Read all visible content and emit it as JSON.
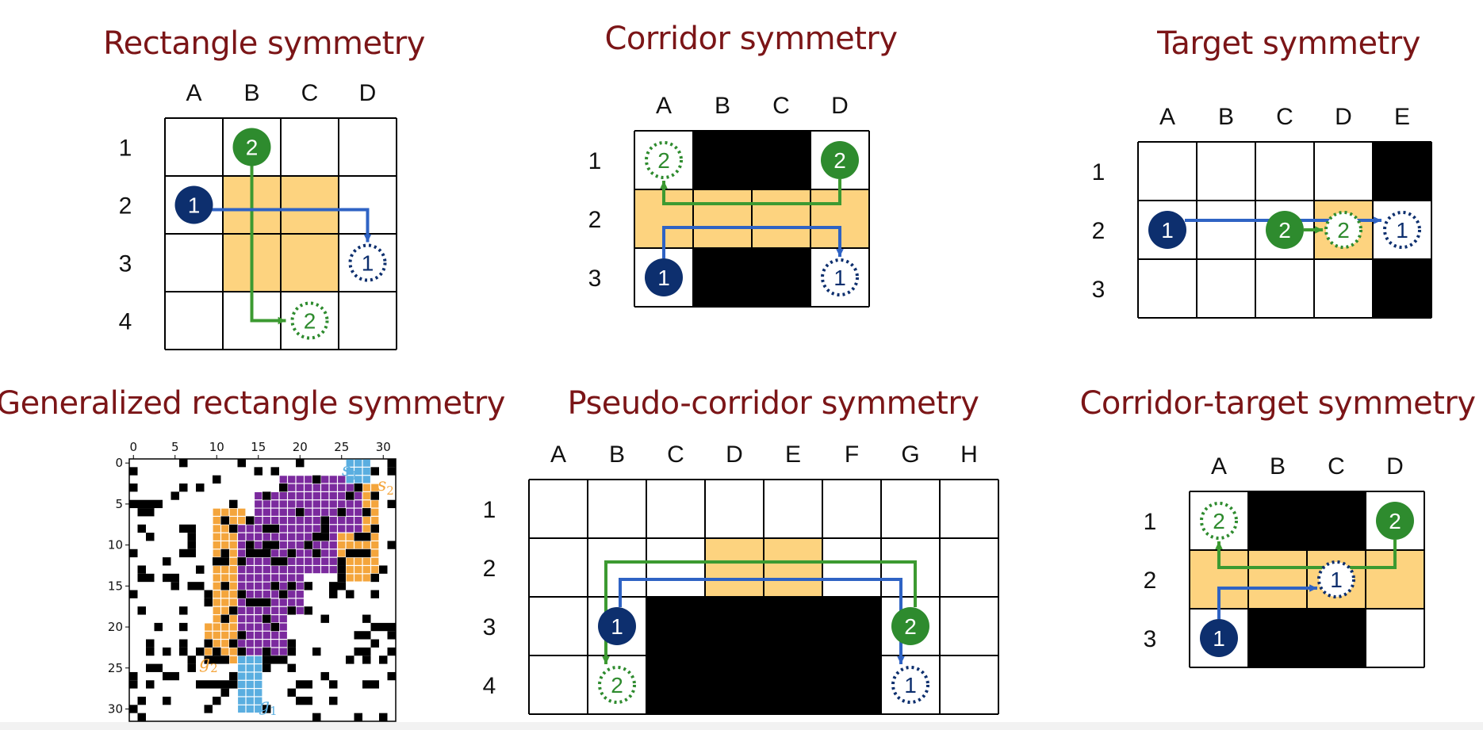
{
  "colors": {
    "title": "#7b1517",
    "highlight": "#fdd37f",
    "blocked": "#000000",
    "agent1": "#0d2f6e",
    "agent1_path": "#2f63c4",
    "agent2": "#2e8b2e",
    "agent2_path": "#3c9a31",
    "purple": "#7b2a9e",
    "orange": "#f4a53c",
    "blue_cell": "#5aaee0"
  },
  "panels": [
    {
      "id": "rect",
      "title": "Rectangle symmetry",
      "cols": [
        "A",
        "B",
        "C",
        "D"
      ],
      "rows": [
        "1",
        "2",
        "3",
        "4"
      ],
      "highlight": [
        [
          1,
          1
        ],
        [
          1,
          2
        ],
        [
          2,
          1
        ],
        [
          2,
          2
        ]
      ],
      "blocked": [],
      "agents": [
        {
          "label": "2",
          "cell": [
            0,
            1
          ],
          "type": "start",
          "agent": 2
        },
        {
          "label": "1",
          "cell": [
            1,
            0
          ],
          "type": "start",
          "agent": 1
        },
        {
          "label": "1",
          "cell": [
            2,
            3
          ],
          "type": "goal",
          "agent": 1
        },
        {
          "label": "2",
          "cell": [
            3,
            2
          ],
          "type": "goal",
          "agent": 2
        }
      ]
    },
    {
      "id": "corridor",
      "title": "Corridor symmetry",
      "cols": [
        "A",
        "B",
        "C",
        "D"
      ],
      "rows": [
        "1",
        "2",
        "3"
      ],
      "highlight": [
        [
          1,
          0
        ],
        [
          1,
          1
        ],
        [
          1,
          2
        ],
        [
          1,
          3
        ]
      ],
      "blocked": [
        [
          0,
          1
        ],
        [
          0,
          2
        ],
        [
          2,
          1
        ],
        [
          2,
          2
        ]
      ],
      "agents": [
        {
          "label": "2",
          "cell": [
            0,
            0
          ],
          "type": "goal",
          "agent": 2
        },
        {
          "label": "2",
          "cell": [
            0,
            3
          ],
          "type": "start",
          "agent": 2
        },
        {
          "label": "1",
          "cell": [
            2,
            0
          ],
          "type": "start",
          "agent": 1
        },
        {
          "label": "1",
          "cell": [
            2,
            3
          ],
          "type": "goal",
          "agent": 1
        }
      ]
    },
    {
      "id": "target",
      "title": "Target symmetry",
      "cols": [
        "A",
        "B",
        "C",
        "D",
        "E"
      ],
      "rows": [
        "1",
        "2",
        "3"
      ],
      "highlight": [
        [
          1,
          3
        ]
      ],
      "blocked": [
        [
          0,
          4
        ],
        [
          2,
          4
        ]
      ],
      "agents": [
        {
          "label": "1",
          "cell": [
            1,
            0
          ],
          "type": "start",
          "agent": 1
        },
        {
          "label": "2",
          "cell": [
            1,
            2
          ],
          "type": "start",
          "agent": 2
        },
        {
          "label": "2",
          "cell": [
            1,
            3
          ],
          "type": "goal",
          "agent": 2
        },
        {
          "label": "1",
          "cell": [
            1,
            4
          ],
          "type": "goal",
          "agent": 1
        }
      ]
    },
    {
      "id": "genrect",
      "title": "Generalized rectangle symmetry",
      "x_ticks": [
        "0",
        "5",
        "10",
        "15",
        "20",
        "25",
        "30"
      ],
      "y_ticks": [
        "0",
        "5",
        "10",
        "15",
        "20",
        "25",
        "30"
      ],
      "labels": [
        {
          "text": "s",
          "sub": "1",
          "color": "#5aaee0"
        },
        {
          "text": "s",
          "sub": "2",
          "color": "#f4a53c"
        },
        {
          "text": "g",
          "sub": "2",
          "color": "#f4a53c"
        },
        {
          "text": "g",
          "sub": "1",
          "color": "#5aaee0"
        }
      ]
    },
    {
      "id": "pseudo",
      "title": "Pseudo-corridor symmetry",
      "cols": [
        "A",
        "B",
        "C",
        "D",
        "E",
        "F",
        "G",
        "H"
      ],
      "rows": [
        "1",
        "2",
        "3",
        "4"
      ],
      "highlight": [
        [
          1,
          3
        ],
        [
          1,
          4
        ]
      ],
      "blocked": [
        [
          2,
          2
        ],
        [
          2,
          3
        ],
        [
          2,
          4
        ],
        [
          2,
          5
        ],
        [
          3,
          2
        ],
        [
          3,
          3
        ],
        [
          3,
          4
        ],
        [
          3,
          5
        ]
      ],
      "agents": [
        {
          "label": "1",
          "cell": [
            2,
            1
          ],
          "type": "start",
          "agent": 1
        },
        {
          "label": "2",
          "cell": [
            2,
            6
          ],
          "type": "start",
          "agent": 2
        },
        {
          "label": "2",
          "cell": [
            3,
            1
          ],
          "type": "goal",
          "agent": 2
        },
        {
          "label": "1",
          "cell": [
            3,
            6
          ],
          "type": "goal",
          "agent": 1
        }
      ]
    },
    {
      "id": "cortarget",
      "title": "Corridor-target symmetry",
      "cols": [
        "A",
        "B",
        "C",
        "D"
      ],
      "rows": [
        "1",
        "2",
        "3"
      ],
      "highlight": [
        [
          1,
          0
        ],
        [
          1,
          1
        ],
        [
          1,
          2
        ],
        [
          1,
          3
        ]
      ],
      "blocked": [
        [
          0,
          1
        ],
        [
          0,
          2
        ],
        [
          2,
          1
        ],
        [
          2,
          2
        ]
      ],
      "agents": [
        {
          "label": "2",
          "cell": [
            0,
            0
          ],
          "type": "goal",
          "agent": 2
        },
        {
          "label": "2",
          "cell": [
            0,
            3
          ],
          "type": "start",
          "agent": 2
        },
        {
          "label": "1",
          "cell": [
            1,
            2
          ],
          "type": "goal",
          "agent": 1
        },
        {
          "label": "1",
          "cell": [
            2,
            0
          ],
          "type": "start",
          "agent": 1
        }
      ]
    }
  ]
}
